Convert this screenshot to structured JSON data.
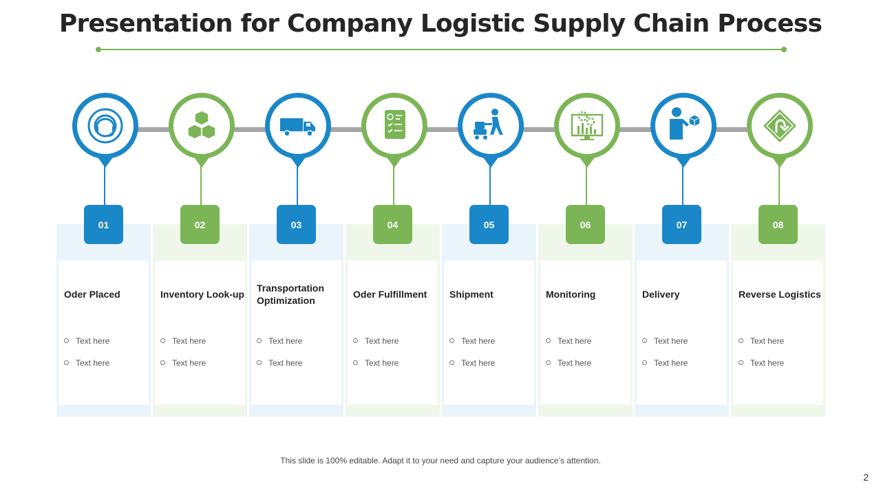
{
  "slide": {
    "title": "Presentation for Company Logistic Supply Chain Process",
    "footer": "This slide is 100% editable. Adapt it to your need and capture your audience’s attention.",
    "page_number": "2"
  },
  "colors": {
    "blue": "#1a87c8",
    "green": "#7cb556",
    "blue_tint": "#eaf4fb",
    "green_tint": "#eff7ea",
    "connector": "#a6a6a6"
  },
  "steps": [
    {
      "number": "01",
      "title": "Oder Placed",
      "icon": "headset-icon",
      "color": "blue",
      "bullets": [
        "Text here",
        "Text here"
      ]
    },
    {
      "number": "02",
      "title": "Inventory Look-up",
      "icon": "boxes-icon",
      "color": "green",
      "bullets": [
        "Text here",
        "Text here"
      ]
    },
    {
      "number": "03",
      "title": "Transportation Optimization",
      "icon": "truck-icon",
      "color": "blue",
      "bullets": [
        "Text here",
        "Text here"
      ]
    },
    {
      "number": "04",
      "title": "Oder Fulfillment",
      "icon": "checklist-icon",
      "color": "green",
      "bullets": [
        "Text here",
        "Text here"
      ]
    },
    {
      "number": "05",
      "title": "Shipment",
      "icon": "hand-truck-icon",
      "color": "blue",
      "bullets": [
        "Text here",
        "Text here"
      ]
    },
    {
      "number": "06",
      "title": "Monitoring",
      "icon": "monitor-gears-icon",
      "color": "green",
      "bullets": [
        "Text here",
        "Text here"
      ]
    },
    {
      "number": "07",
      "title": "Delivery",
      "icon": "person-package-icon",
      "color": "blue",
      "bullets": [
        "Text here",
        "Text here"
      ]
    },
    {
      "number": "08",
      "title": "Reverse Logistics",
      "icon": "u-turn-sign-icon",
      "color": "green",
      "bullets": [
        "Text here",
        "Text here"
      ]
    }
  ]
}
